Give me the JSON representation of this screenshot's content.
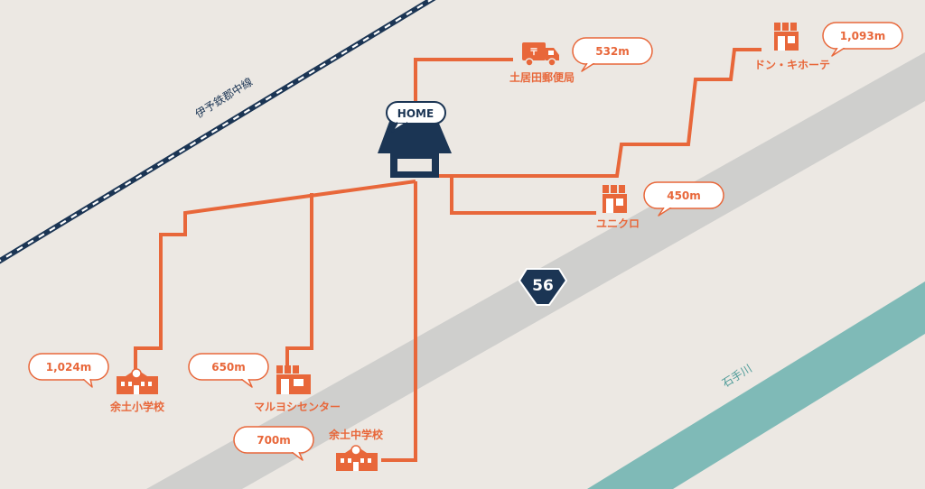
{
  "colors": {
    "background": "#ece8e3",
    "route": "#e8673a",
    "home": "#1b3554",
    "road": "#cfcfcd",
    "river": "#7fbab7",
    "railway": "#1b3554"
  },
  "home": {
    "label": "HOME"
  },
  "railway": {
    "name": "伊予鉄郡中線"
  },
  "road": {
    "number": "56"
  },
  "river": {
    "name": "石手川"
  },
  "places": [
    {
      "name": "土居田郵便局",
      "distance": "532m",
      "icon": "delivery-truck-icon"
    },
    {
      "name": "ドン・キホーテ",
      "distance": "1,093m",
      "icon": "store-icon"
    },
    {
      "name": "ユニクロ",
      "distance": "450m",
      "icon": "store-icon"
    },
    {
      "name": "余土小学校",
      "distance": "1,024m",
      "icon": "school-icon"
    },
    {
      "name": "マルヨシセンター",
      "distance": "650m",
      "icon": "store-icon"
    },
    {
      "name": "余土中学校",
      "distance": "700m",
      "icon": "school-icon"
    }
  ]
}
